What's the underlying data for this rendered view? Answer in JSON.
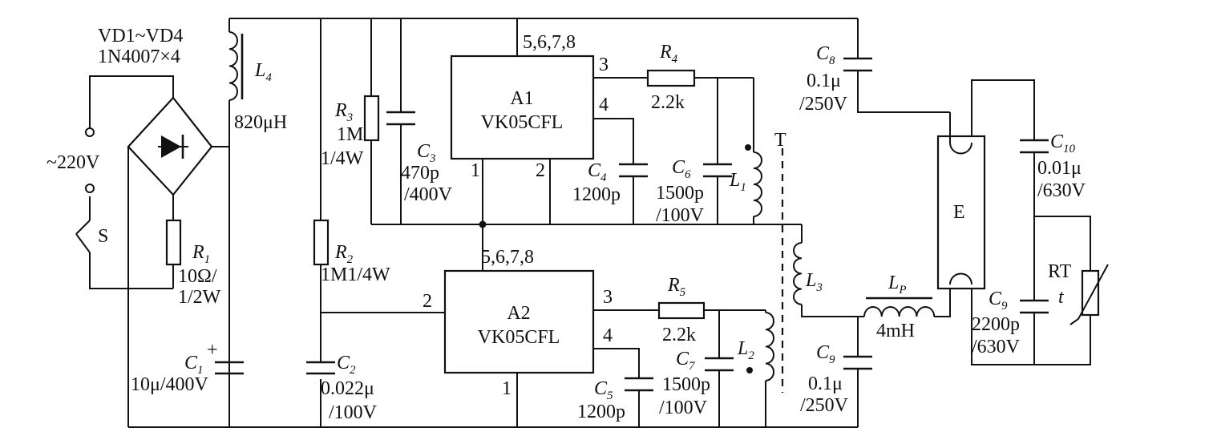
{
  "diagram": {
    "bridge": {
      "designator": "VD1~VD4",
      "part": "1N4007×4"
    },
    "source": {
      "label": "~220V",
      "switch": "S"
    },
    "R1": {
      "name": "R",
      "sub": "1",
      "value1": "10Ω/",
      "value2": "1/2W"
    },
    "L4": {
      "name": "L",
      "sub": "4",
      "value": "820μH"
    },
    "C1": {
      "name": "C",
      "sub": "1",
      "value": "10μ/400V",
      "polarity": "+"
    },
    "R3": {
      "name": "R",
      "sub": "3",
      "value1": "1M",
      "value2": "1/4W"
    },
    "R2": {
      "name": "R",
      "sub": "2",
      "value": "1M1/4W"
    },
    "C2": {
      "name": "C",
      "sub": "2",
      "value1": "0.022μ",
      "value2": "/100V"
    },
    "C3": {
      "name": "C",
      "sub": "3",
      "value1": "470p",
      "value2": "/400V"
    },
    "A1": {
      "name": "A1",
      "part": "VK05CFL",
      "pins_top": "5,6,7,8",
      "pin1": "1",
      "pin2": "2",
      "pin3": "3",
      "pin4": "4"
    },
    "A2": {
      "name": "A2",
      "part": "VK05CFL",
      "pins_top": "5,6,7,8",
      "pin1": "1",
      "pin2": "2",
      "pin3": "3",
      "pin4": "4"
    },
    "R4": {
      "name": "R",
      "sub": "4",
      "value": "2.2k"
    },
    "R5": {
      "name": "R",
      "sub": "5",
      "value": "2.2k"
    },
    "C4": {
      "name": "C",
      "sub": "4",
      "value": "1200p"
    },
    "C5": {
      "name": "C",
      "sub": "5",
      "value": "1200p"
    },
    "C6": {
      "name": "C",
      "sub": "6",
      "value1": "1500p",
      "value2": "/100V"
    },
    "C7": {
      "name": "C",
      "sub": "7",
      "value1": "1500p",
      "value2": "/100V"
    },
    "L1": {
      "name": "L",
      "sub": "1"
    },
    "L2": {
      "name": "L",
      "sub": "2"
    },
    "L3": {
      "name": "L",
      "sub": "3"
    },
    "T": {
      "name": "T"
    },
    "C8": {
      "name": "C",
      "sub": "8",
      "value1": "0.1μ",
      "value2": "/250V"
    },
    "C9": {
      "name": "C",
      "sub": "9",
      "value1": "0.1μ",
      "value2": "/250V"
    },
    "Lp": {
      "name": "L",
      "sub": "P",
      "value": "4mH"
    },
    "E": {
      "name": "E"
    },
    "C10": {
      "name": "C",
      "sub": "10",
      "value1": "0.01μ",
      "value2": "/630V"
    },
    "C9b": {
      "name": "C",
      "sub": "9",
      "value1": "2200p",
      "value2": "/630V"
    },
    "RT": {
      "name": "RT",
      "symbol": "t"
    }
  }
}
